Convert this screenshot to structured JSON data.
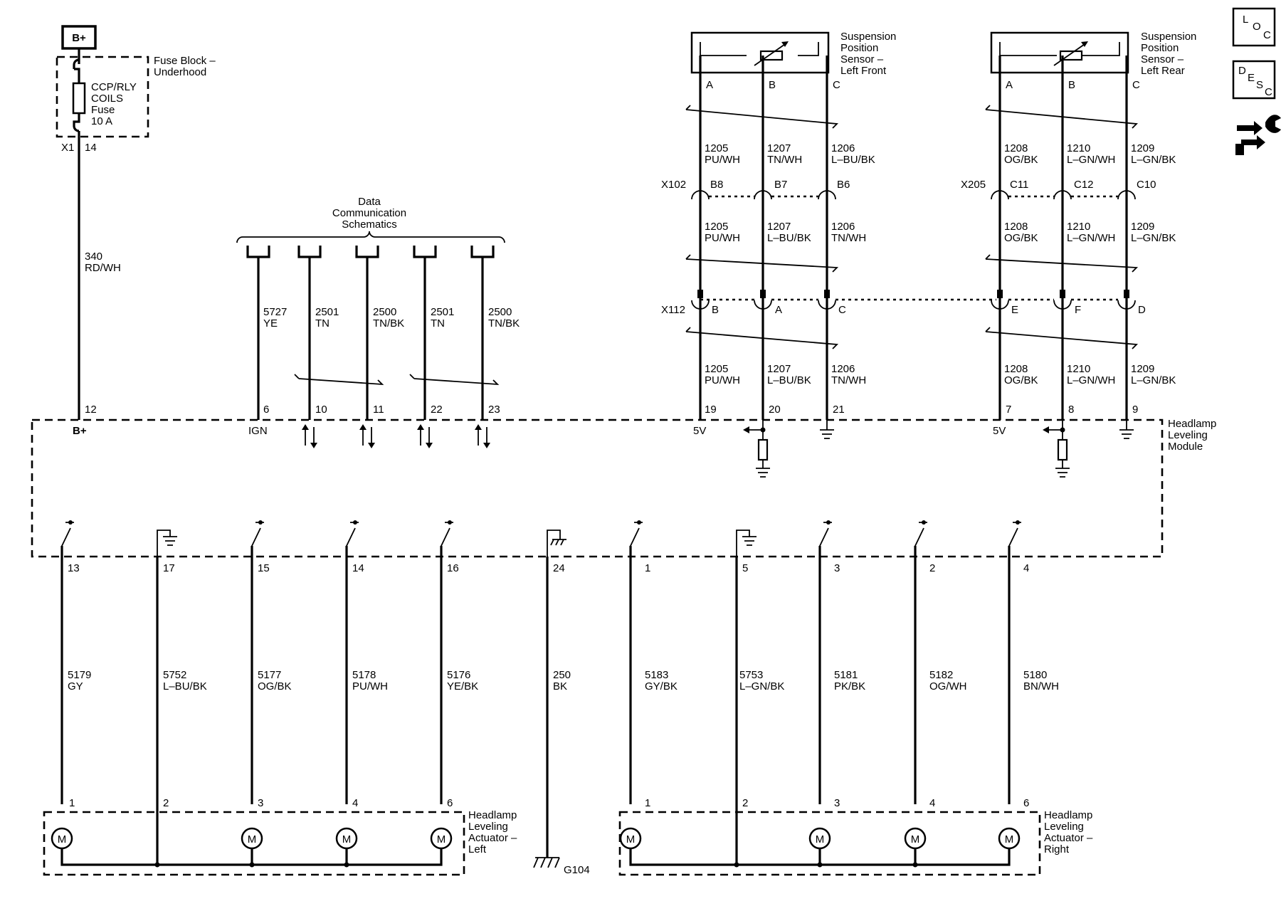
{
  "title": "Headlamp Leveling Wiring Schematic",
  "power": {
    "label": "B+"
  },
  "fuse_block": {
    "title_lines": [
      "Fuse Block –",
      "Underhood"
    ],
    "fuse_lines": [
      "CCP/RLY",
      "COILS",
      "Fuse",
      "10 A"
    ],
    "connector": "X1",
    "pin": "14",
    "wire_num": "340",
    "wire_color": "RD/WH"
  },
  "data_comm": {
    "title_lines": [
      "Data",
      "Communication",
      "Schematics"
    ],
    "wires": [
      {
        "num": "5727",
        "color": "YE"
      },
      {
        "num": "2501",
        "color": "TN"
      },
      {
        "num": "2500",
        "color": "TN/BK"
      },
      {
        "num": "2501",
        "color": "TN"
      },
      {
        "num": "2500",
        "color": "TN/BK"
      }
    ]
  },
  "sensor_lf": {
    "title_lines": [
      "Suspension",
      "Position",
      "Sensor –",
      "Left Front"
    ],
    "pins": [
      "A",
      "B",
      "C"
    ],
    "wires_top": [
      {
        "num": "1205",
        "color": "PU/WH"
      },
      {
        "num": "1207",
        "color": "TN/WH"
      },
      {
        "num": "1206",
        "color": "L–BU/BK"
      }
    ],
    "connector1": {
      "name": "X102",
      "pins": [
        "B8",
        "B7",
        "B6"
      ]
    },
    "wires_mid": [
      {
        "num": "1205",
        "color": "PU/WH"
      },
      {
        "num": "1207",
        "color": "L–BU/BK"
      },
      {
        "num": "1206",
        "color": "TN/WH"
      }
    ],
    "connector2": {
      "name": "X112",
      "pins": [
        "B",
        "A",
        "C"
      ]
    },
    "wires_bot": [
      {
        "num": "1205",
        "color": "PU/WH"
      },
      {
        "num": "1207",
        "color": "L–BU/BK"
      },
      {
        "num": "1206",
        "color": "TN/WH"
      }
    ]
  },
  "sensor_lr": {
    "title_lines": [
      "Suspension",
      "Position",
      "Sensor –",
      "Left Rear"
    ],
    "pins": [
      "A",
      "B",
      "C"
    ],
    "wires_top": [
      {
        "num": "1208",
        "color": "OG/BK"
      },
      {
        "num": "1210",
        "color": "L–GN/WH"
      },
      {
        "num": "1209",
        "color": "L–GN/BK"
      }
    ],
    "connector1": {
      "name": "X205",
      "pins": [
        "C11",
        "C12",
        "C10"
      ]
    },
    "wires_mid": [
      {
        "num": "1208",
        "color": "OG/BK"
      },
      {
        "num": "1210",
        "color": "L–GN/WH"
      },
      {
        "num": "1209",
        "color": "L–GN/BK"
      }
    ],
    "connector2": {
      "pins": [
        "E",
        "F",
        "D"
      ]
    },
    "wires_bot": [
      {
        "num": "1208",
        "color": "OG/BK"
      },
      {
        "num": "1210",
        "color": "L–GN/WH"
      },
      {
        "num": "1209",
        "color": "L–GN/BK"
      }
    ]
  },
  "module": {
    "title_lines": [
      "Headlamp",
      "Leveling",
      "Module"
    ],
    "top_pins": [
      "12",
      "6",
      "10",
      "11",
      "22",
      "23",
      "19",
      "20",
      "21",
      "7",
      "8",
      "9"
    ],
    "labels": {
      "bplus": "B+",
      "ign": "IGN",
      "fivev_lf": "5V",
      "fivev_lr": "5V"
    },
    "bottom_pins": [
      "13",
      "17",
      "15",
      "14",
      "16",
      "24",
      "1",
      "5",
      "3",
      "2",
      "4"
    ]
  },
  "bottom_wires": [
    {
      "num": "5179",
      "color": "GY"
    },
    {
      "num": "5752",
      "color": "L–BU/BK"
    },
    {
      "num": "5177",
      "color": "OG/BK"
    },
    {
      "num": "5178",
      "color": "PU/WH"
    },
    {
      "num": "5176",
      "color": "YE/BK"
    },
    {
      "num": "250",
      "color": "BK"
    },
    {
      "num": "5183",
      "color": "GY/BK"
    },
    {
      "num": "5753",
      "color": "L–GN/BK"
    },
    {
      "num": "5181",
      "color": "PK/BK"
    },
    {
      "num": "5182",
      "color": "OG/WH"
    },
    {
      "num": "5180",
      "color": "BN/WH"
    }
  ],
  "actuator_left": {
    "title_lines": [
      "Headlamp",
      "Leveling",
      "Actuator –",
      "Left"
    ],
    "pins": [
      "1",
      "2",
      "3",
      "4",
      "6"
    ],
    "motor": "M"
  },
  "actuator_right": {
    "title_lines": [
      "Headlamp",
      "Leveling",
      "Actuator –",
      "Right"
    ],
    "pins": [
      "1",
      "2",
      "3",
      "4",
      "6"
    ],
    "motor": "M"
  },
  "ground": {
    "label": "G104"
  },
  "nav": {
    "loc": [
      "L",
      "O",
      "C"
    ],
    "desc": [
      "D",
      "E",
      "S",
      "C"
    ],
    "icon": "connector-tool-icon"
  }
}
